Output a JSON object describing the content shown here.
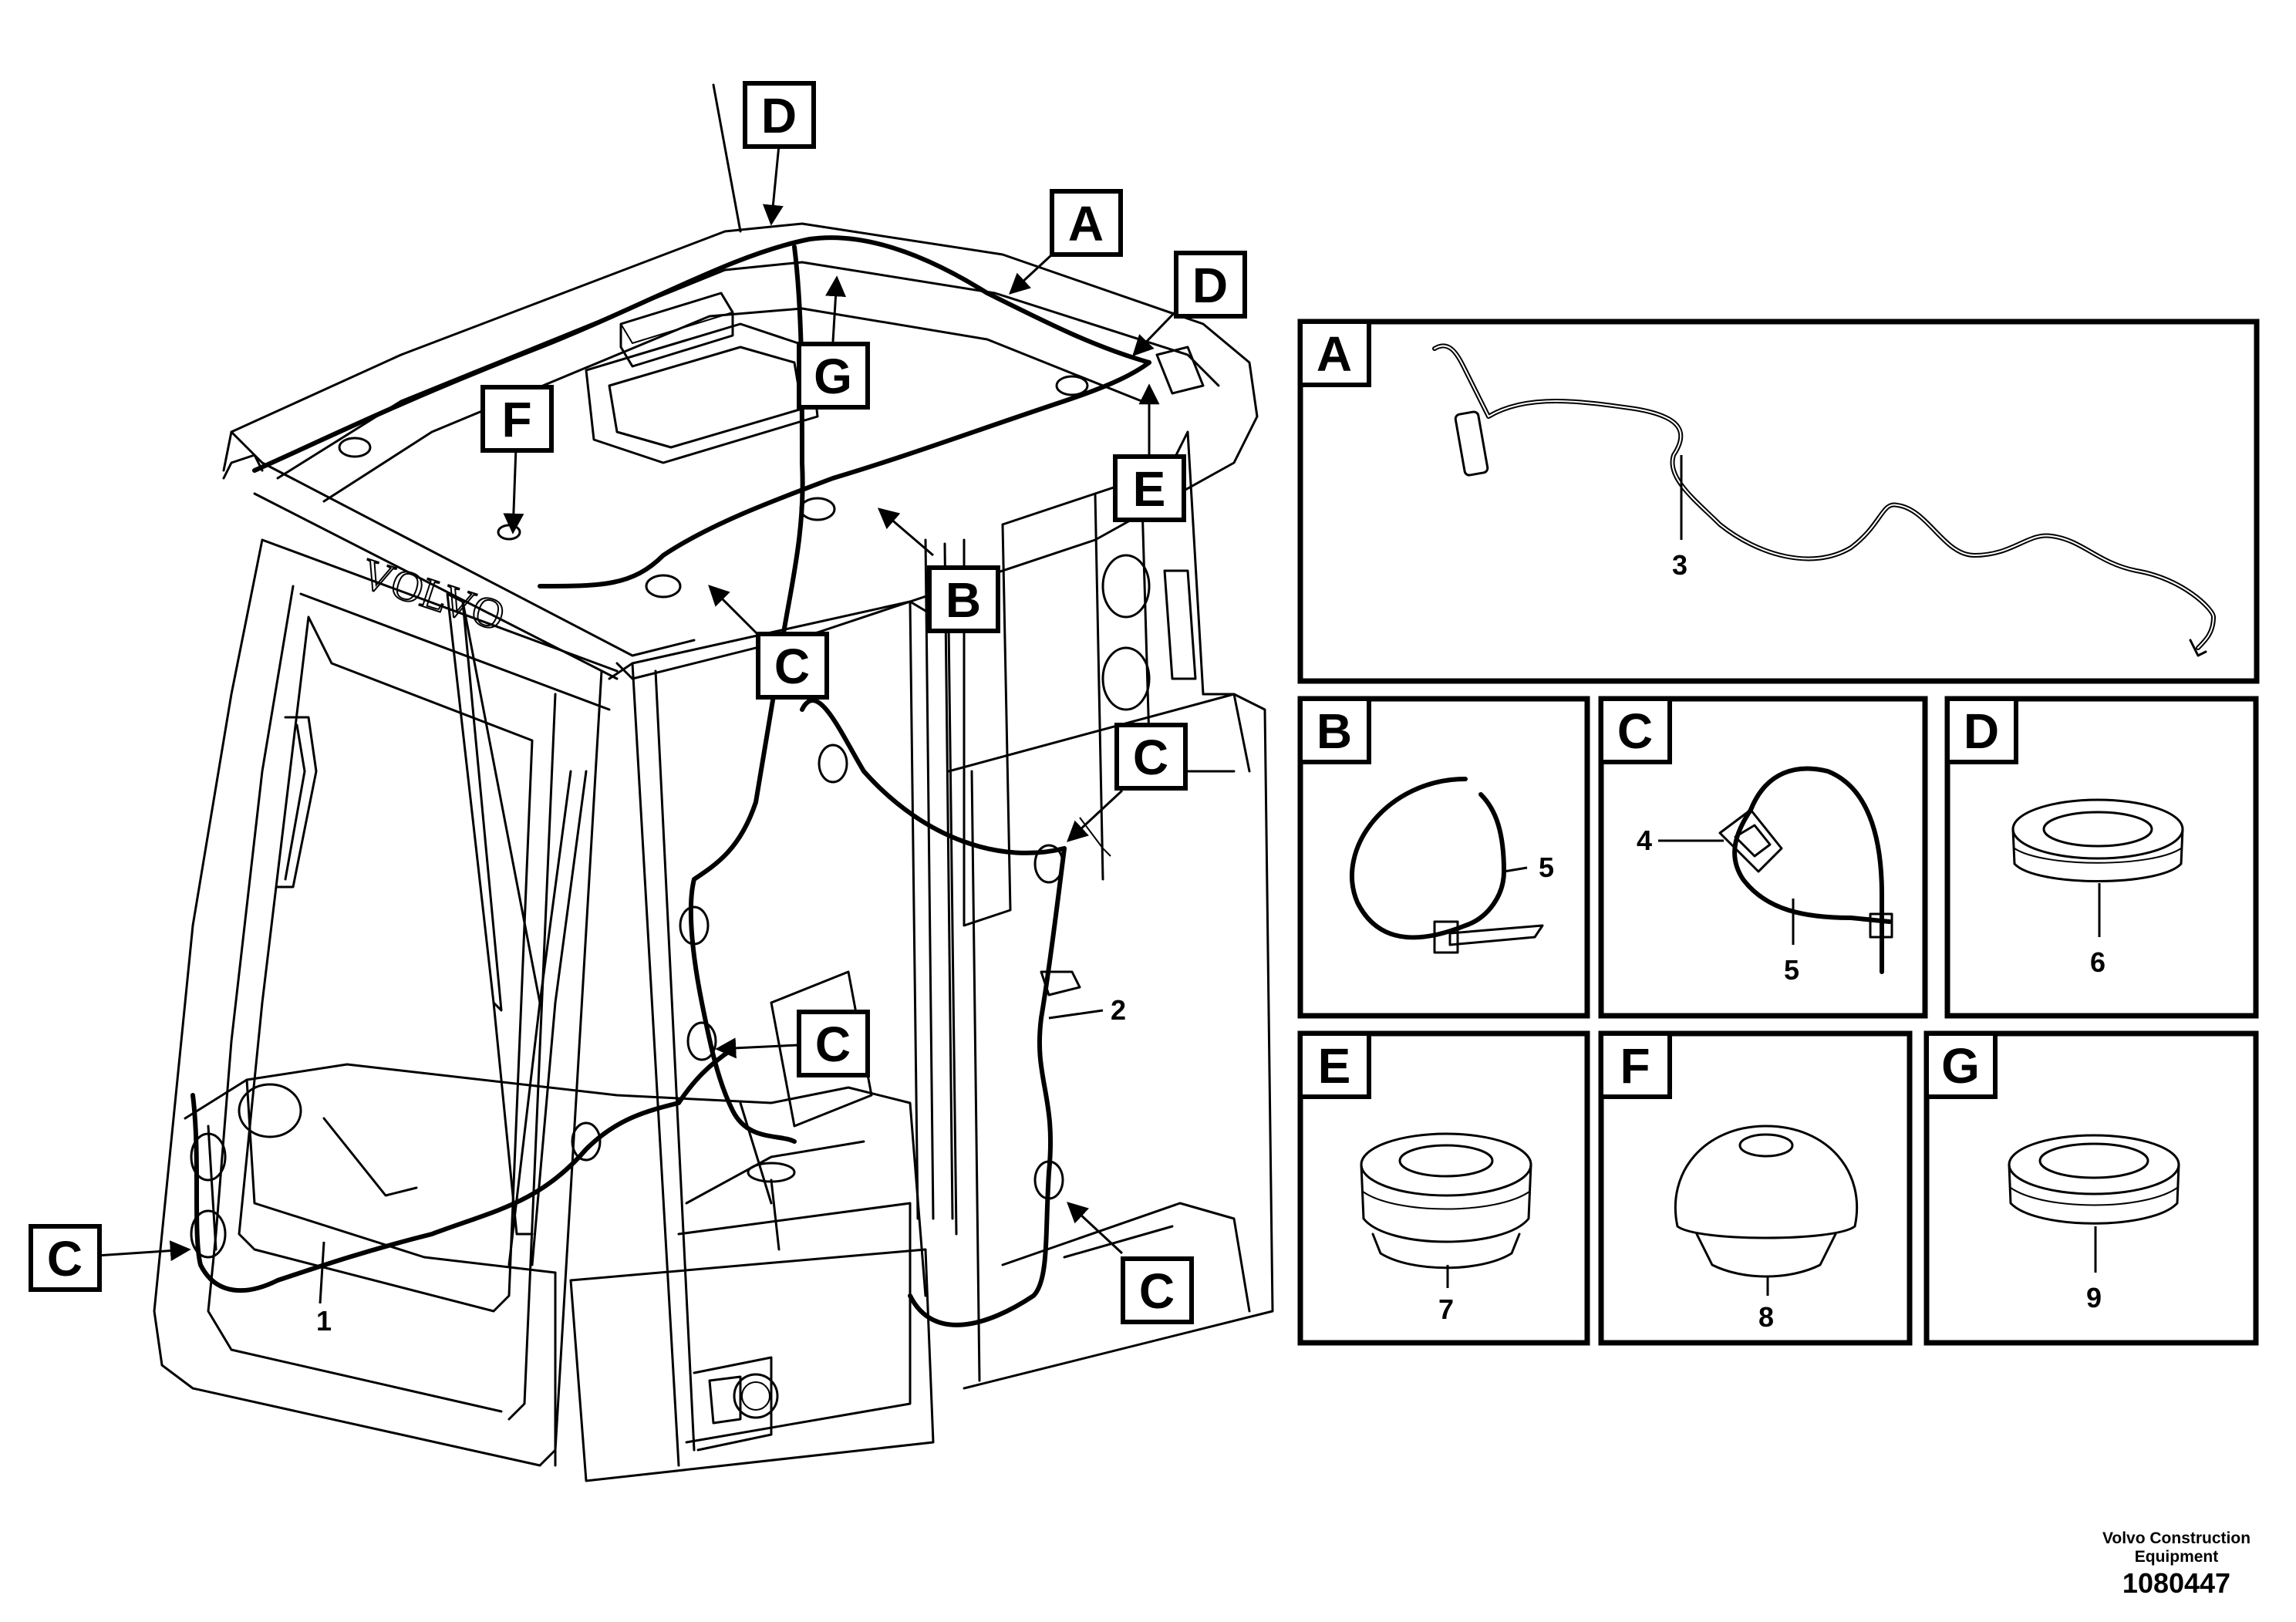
{
  "callouts": {
    "a": "A",
    "b": "B",
    "c": "C",
    "d": "D",
    "e": "E",
    "f": "F",
    "g": "G"
  },
  "parts": {
    "p1": "1",
    "p2": "2",
    "p3": "3",
    "p4": "4",
    "p5": "5",
    "p6": "6",
    "p7": "7",
    "p8": "8",
    "p9": "9"
  },
  "cab_badge_text": "VOLVO",
  "footer": {
    "brand": "Volvo Construction Equipment",
    "doc_number": "1080447"
  }
}
